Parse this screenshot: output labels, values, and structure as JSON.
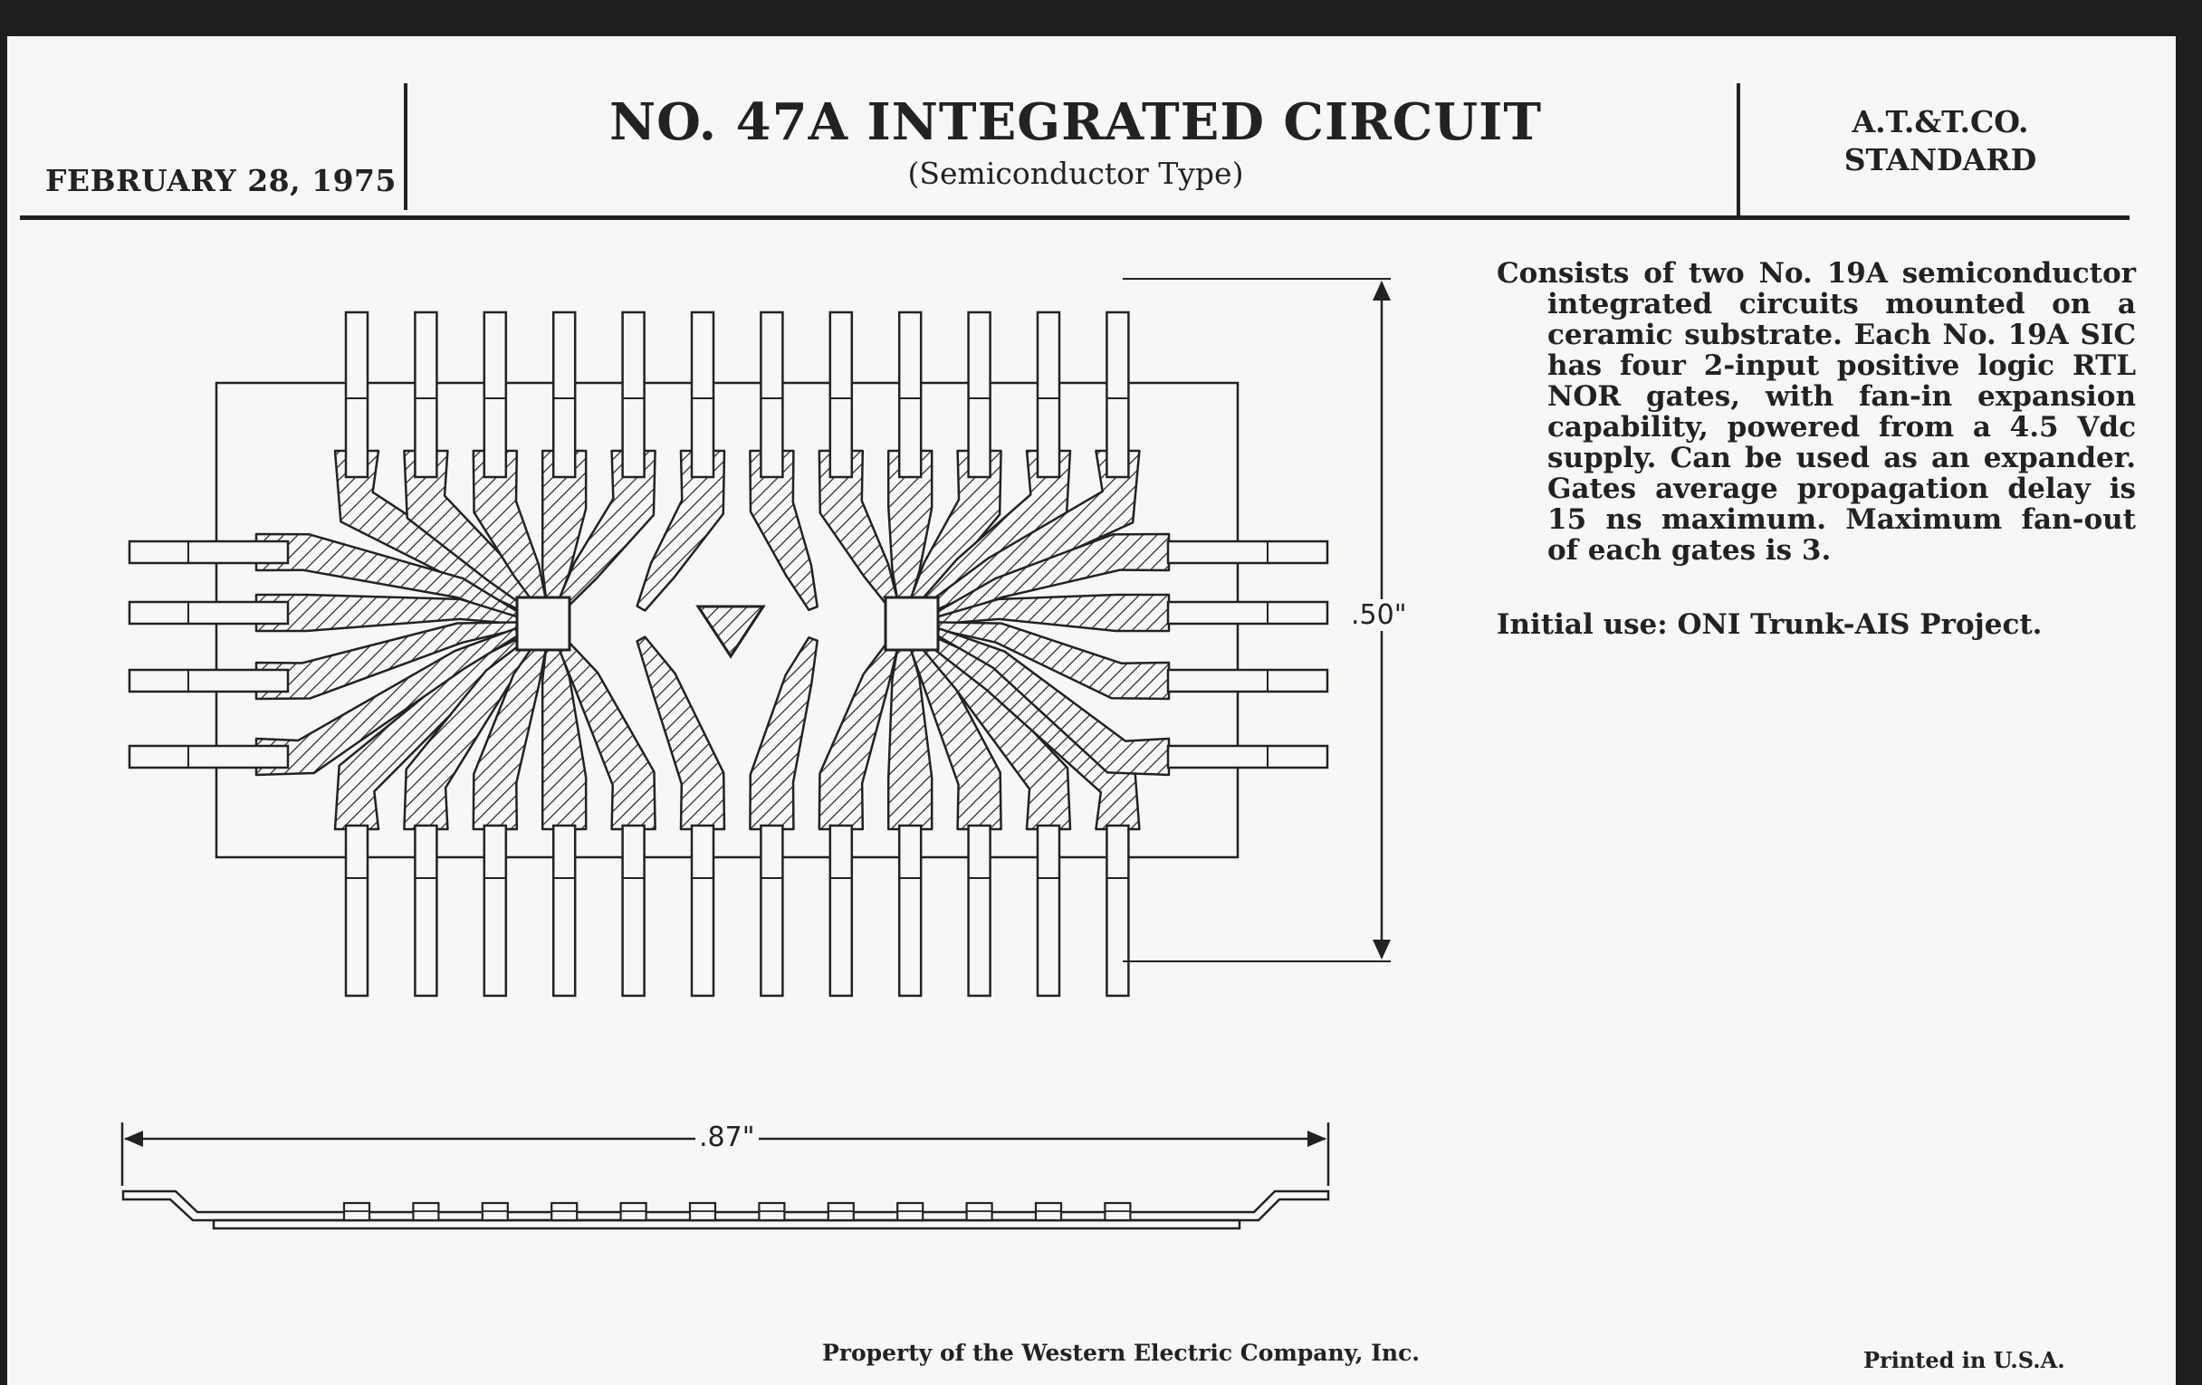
{
  "header": {
    "date": "FEBRUARY 28, 1975",
    "title": "NO. 47A INTEGRATED CIRCUIT",
    "subtitle": "(Semiconductor Type)",
    "org_line1": "A.T.&T.CO.",
    "org_line2": "STANDARD"
  },
  "description": {
    "text": "Consists of two No. 19A semiconductor integrated circuits mounted on a ceramic substrate. Each No. 19A SIC has four 2-input positive logic RTL NOR gates, with fan-in expansion capability, powered from a 4.5 Vdc supply. Can be used as an expander. Gates average propagation delay is 15 ns maximum. Maximum fan-out of each gates is 3.",
    "initial_use": "Initial use: ONI Trunk-AIS Project."
  },
  "drawing": {
    "height_dim": ".50\"",
    "width_dim": ".87\"",
    "lead_count_top": 12,
    "lead_count_bottom": 12,
    "lead_count_side": 4
  },
  "footer": {
    "property": "Property of the Western Electric Company, Inc.",
    "printed": "Printed in U.S.A."
  }
}
